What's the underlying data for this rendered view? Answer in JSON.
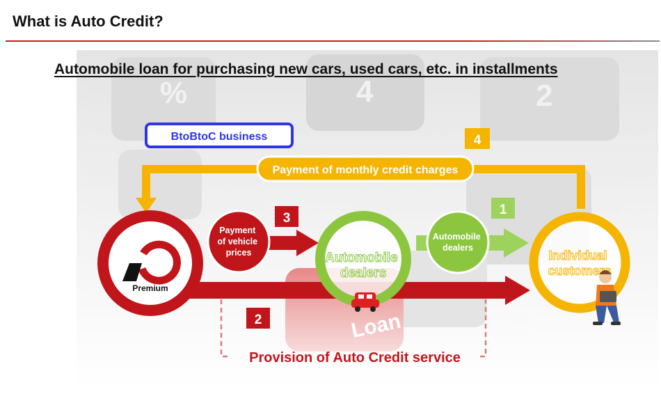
{
  "page": {
    "title": "What is Auto Credit?"
  },
  "slide": {
    "subtitle": "Automobile loan for purchasing new cars, used cars, etc. in installments",
    "business_model_label": "BtoBtoC business",
    "monthly_payment_label": "Payment of monthly credit charges",
    "vehicle_payment_label": [
      "Payment",
      "of vehicle",
      "prices"
    ],
    "dealer_small_label": [
      "Automobile",
      "dealers"
    ],
    "dealer_main_label": [
      "Automobile",
      "dealers"
    ],
    "customer_label": [
      "Individual",
      "customers"
    ],
    "company_label": "Premium",
    "provision_label": "Provision of Auto Credit service",
    "background_key_text": [
      "%",
      "4",
      "2",
      "Loan"
    ],
    "steps": [
      "1",
      "2",
      "3",
      "4"
    ]
  },
  "colors": {
    "red": "#c0161b",
    "yellow": "#f5b400",
    "green": "#8cc63f",
    "blue": "#2e36e6",
    "light_green": "#9dd35c"
  },
  "icons": [
    "premium-logo-icon",
    "car-icon",
    "person-laptop-icon"
  ]
}
